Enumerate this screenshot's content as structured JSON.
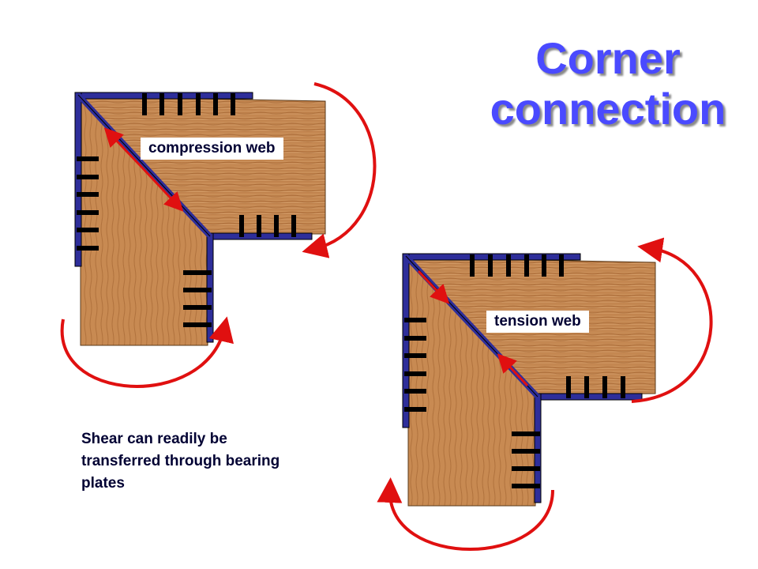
{
  "title": {
    "line1": "Corner",
    "line2": "connection"
  },
  "labels": {
    "compression": "compression web",
    "tension": "tension web"
  },
  "note": "Shear can readily be transferred through bearing plates",
  "colors": {
    "title": "#4a4aff",
    "plate": "#2e2e9a",
    "arrow": "#e01010",
    "nail": "#000000",
    "wood": "#c0834a"
  },
  "icons": [
    "moment-arrow",
    "web-force-arrow",
    "nail-mark"
  ]
}
